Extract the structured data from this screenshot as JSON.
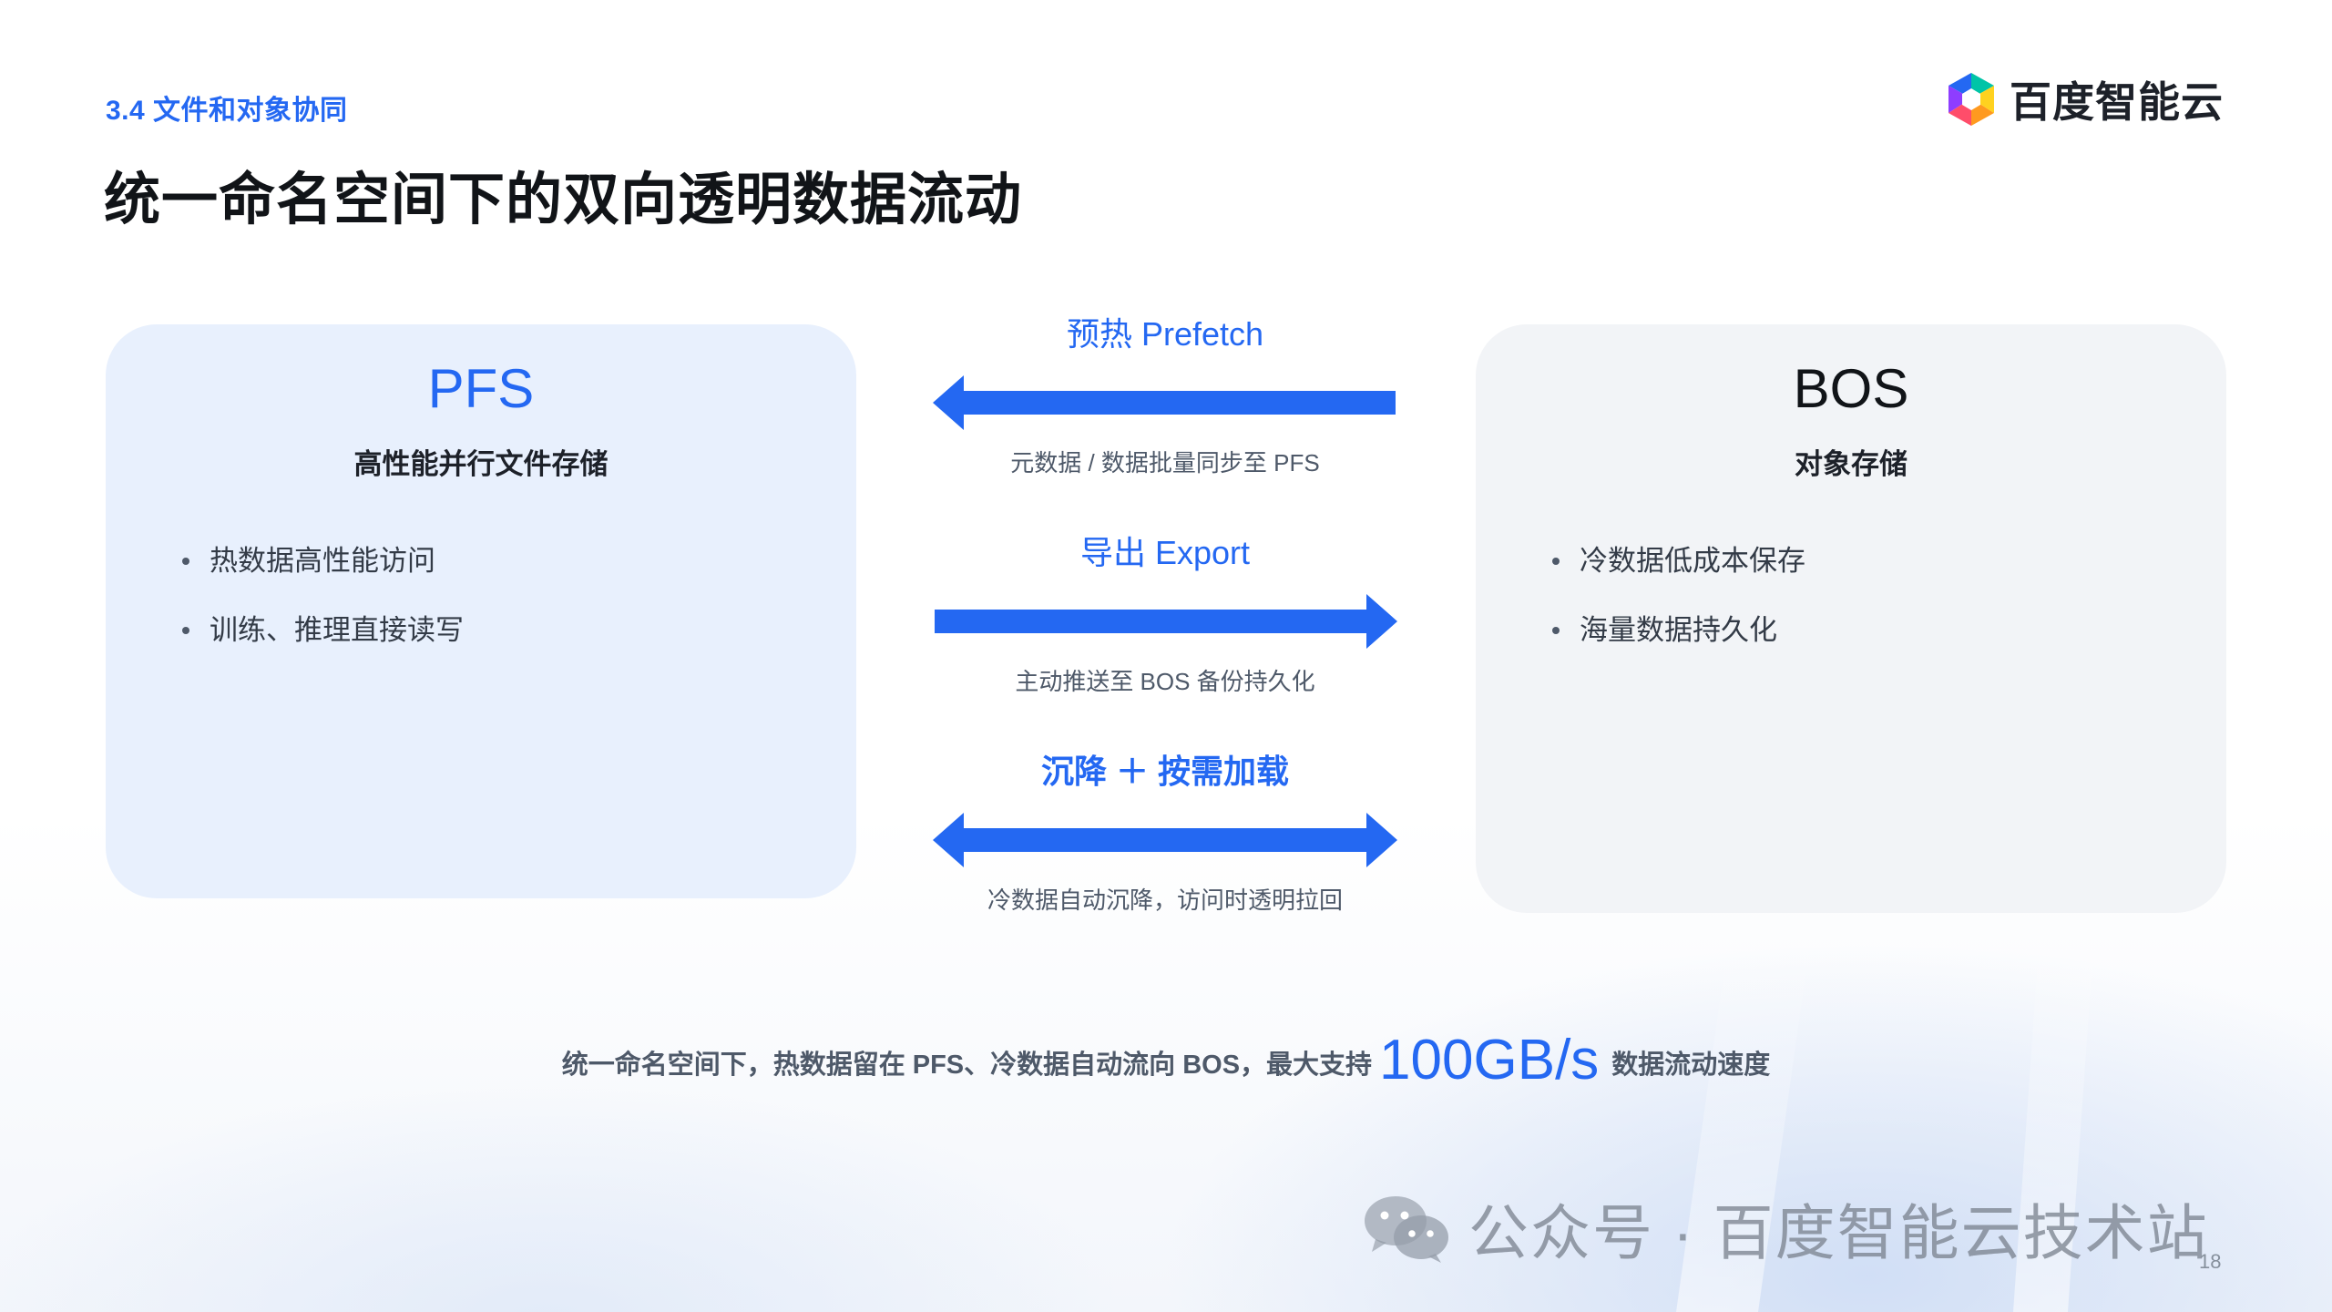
{
  "slide": {
    "section_label": "3.4 文件和对象协同",
    "title": "统一命名空间下的双向透明数据流动",
    "page_number": "18"
  },
  "logo": {
    "icon": "baidu-ai-cloud-logo-icon",
    "text": "百度智能云"
  },
  "pfs": {
    "title": "PFS",
    "subtitle": "高性能并行文件存储",
    "bullets": [
      "热数据高性能访问",
      "训练、推理直接读写"
    ]
  },
  "bos": {
    "title": "BOS",
    "subtitle": "对象存储",
    "bullets": [
      "冷数据低成本保存",
      "海量数据持久化"
    ]
  },
  "flows": [
    {
      "label": "预热 Prefetch",
      "description": "元数据 / 数据批量同步至 PFS",
      "direction": "left",
      "icon": "arrow-left-icon"
    },
    {
      "label": "导出 Export",
      "description": "主动推送至 BOS 备份持久化",
      "direction": "right",
      "icon": "arrow-right-icon"
    },
    {
      "label": "沉降 ＋ 按需加载",
      "description": "冷数据自动沉降，访问时透明拉回",
      "direction": "both",
      "icon": "arrow-bidirectional-icon"
    }
  ],
  "summary": {
    "before": "统一命名空间下，热数据留在 PFS、冷数据自动流向 BOS，最大支持",
    "highlight": "100GB/s",
    "after": "数据流动速度"
  },
  "watermark": {
    "icon": "wechat-icon",
    "text": "公众号 · 百度智能云技术站"
  },
  "colors": {
    "accent": "#2468f2",
    "pfs_panel": "#e8f0fd",
    "bos_panel": "#f2f4f7",
    "title": "#111418"
  }
}
